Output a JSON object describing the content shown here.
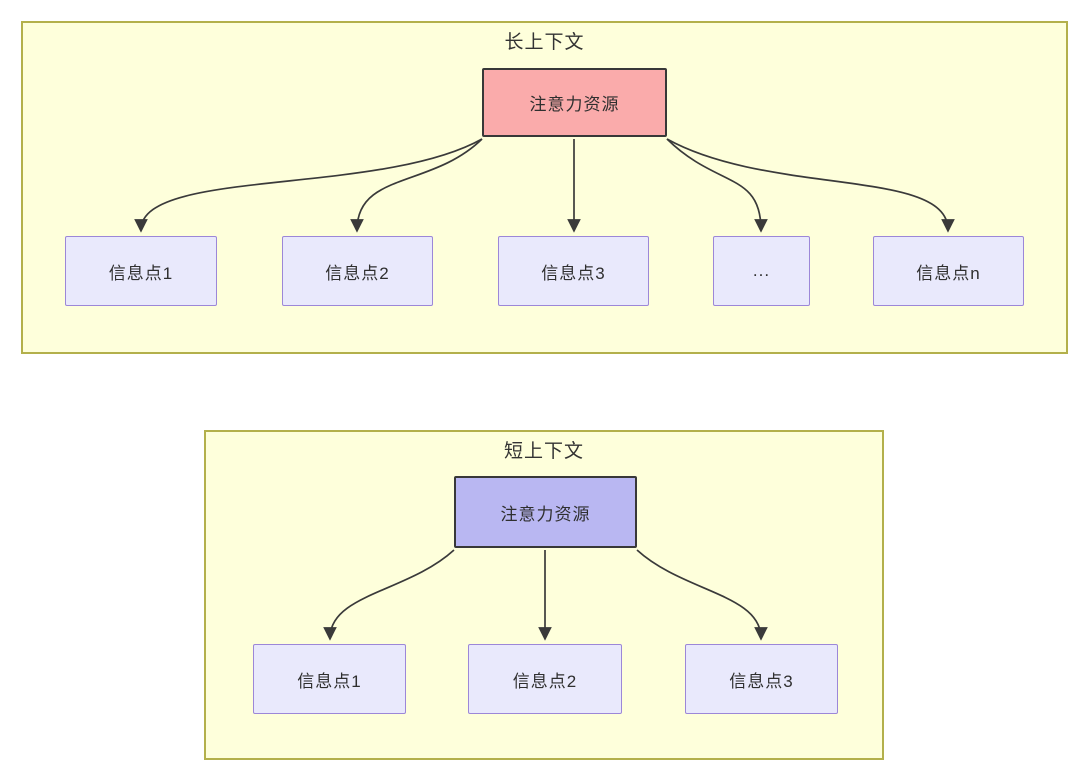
{
  "panels": [
    {
      "title": "长上下文",
      "source_label": "注意力资源",
      "targets": [
        {
          "label": "信息点1"
        },
        {
          "label": "信息点2"
        },
        {
          "label": "信息点3"
        },
        {
          "label": "..."
        },
        {
          "label": "信息点n"
        }
      ]
    },
    {
      "title": "短上下文",
      "source_label": "注意力资源",
      "targets": [
        {
          "label": "信息点1"
        },
        {
          "label": "信息点2"
        },
        {
          "label": "信息点3"
        }
      ]
    }
  ],
  "colors": {
    "panel_bg": "#feffdb",
    "panel_border": "#b3b04b",
    "attention_long_bg": "#faabab",
    "attention_short_bg": "#b9b7f2",
    "info_box_bg": "#e9e9fc",
    "info_box_border": "#9c87d8",
    "source_box_border": "#383838",
    "arrow": "#3a3a3a",
    "text": "#2f2f2f"
  }
}
